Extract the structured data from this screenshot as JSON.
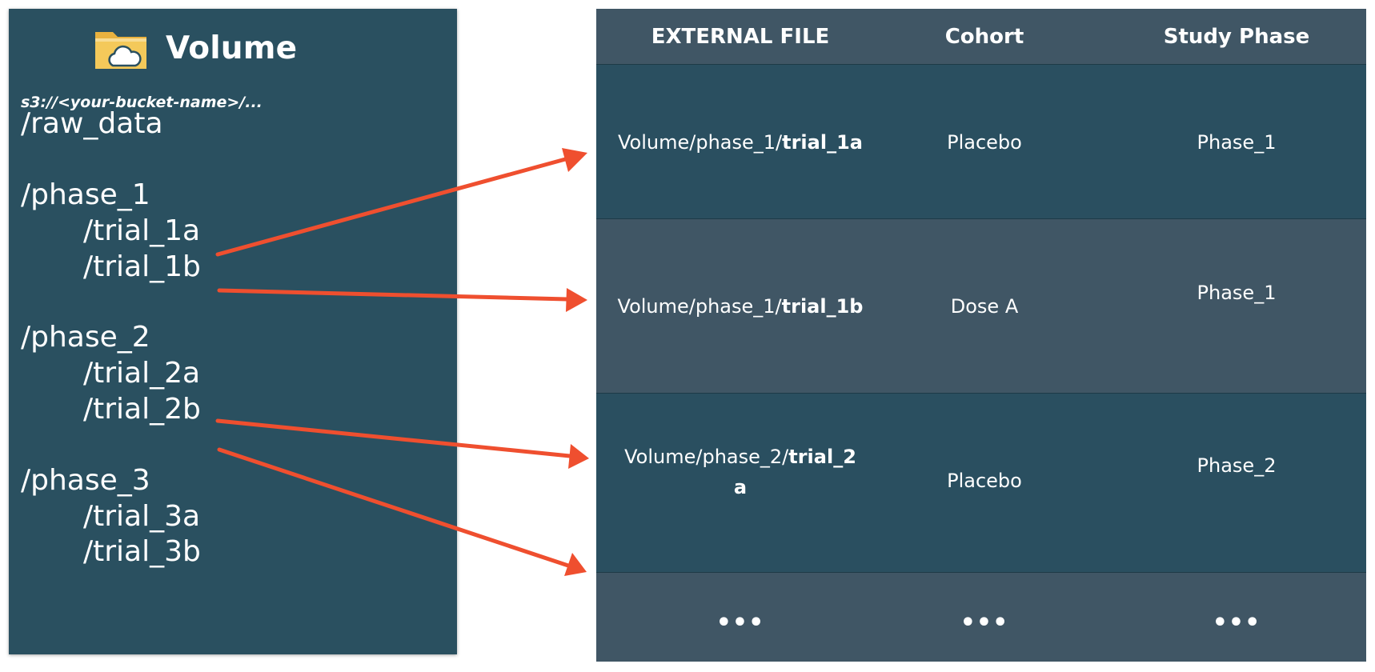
{
  "volume": {
    "title": "Volume",
    "bucket_path": "s3://<your-bucket-name>/...",
    "tree": [
      {
        "label": "/raw_data",
        "level": 0
      },
      {
        "label": "/phase_1",
        "level": 0
      },
      {
        "label": "/trial_1a",
        "level": 1
      },
      {
        "label": "/trial_1b",
        "level": 1
      },
      {
        "label": "/phase_2",
        "level": 0
      },
      {
        "label": "/trial_2a",
        "level": 1
      },
      {
        "label": "/trial_2b",
        "level": 1
      },
      {
        "label": "/phase_3",
        "level": 0
      },
      {
        "label": "/trial_3a",
        "level": 1
      },
      {
        "label": "/trial_3b",
        "level": 1
      }
    ]
  },
  "table": {
    "headers": [
      "EXTERNAL FILE",
      "Cohort",
      "Study Phase"
    ],
    "rows": [
      {
        "file_prefix": "Volume/phase_1/",
        "file_bold": "trial_1a",
        "cohort": "Placebo",
        "phase": "Phase_1"
      },
      {
        "file_prefix": "Volume/phase_1/",
        "file_bold": "trial_1b",
        "cohort": "Dose A",
        "phase": "Phase_1"
      },
      {
        "file_prefix": "Volume/phase_2/",
        "file_bold": "trial_2",
        "file_bold_wrap": "a",
        "cohort": "Placebo",
        "phase": "Phase_2"
      },
      {
        "file": "•••",
        "cohort": "•••",
        "phase": "•••"
      }
    ]
  },
  "colors": {
    "panel": "#2a5060",
    "row_dark": "#2a4f60",
    "row_light": "#405665",
    "arrow": "#ef4f2f",
    "folder": "#f2c14e"
  }
}
